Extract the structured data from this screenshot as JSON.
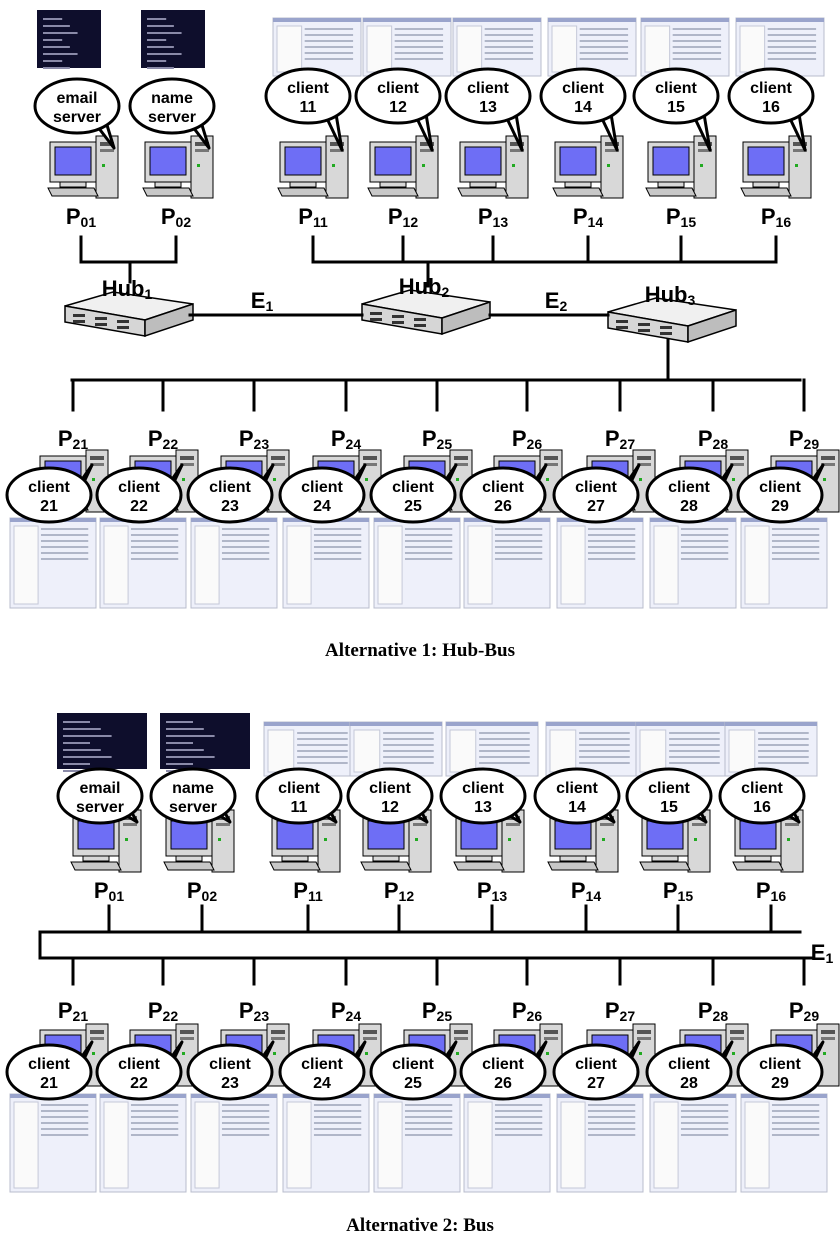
{
  "colors": {
    "monitor_screen": "#6e6ef5",
    "case": "#d8d8d8",
    "dark_screen": "#0e0e2c",
    "window_screen": "#eef0fa",
    "hub_top": "#f0f0f0",
    "line": "#000000"
  },
  "alt1": {
    "caption": "Alternative 1: Hub-Bus",
    "servers": [
      {
        "pid": "P",
        "sub": "01",
        "bubble": [
          "email",
          "server"
        ]
      },
      {
        "pid": "P",
        "sub": "02",
        "bubble": [
          "name",
          "server"
        ]
      }
    ],
    "top_clients": [
      {
        "pid": "P",
        "sub": "11",
        "bubble": [
          "client",
          "11"
        ]
      },
      {
        "pid": "P",
        "sub": "12",
        "bubble": [
          "client",
          "12"
        ]
      },
      {
        "pid": "P",
        "sub": "13",
        "bubble": [
          "client",
          "13"
        ]
      },
      {
        "pid": "P",
        "sub": "14",
        "bubble": [
          "client",
          "14"
        ]
      },
      {
        "pid": "P",
        "sub": "15",
        "bubble": [
          "client",
          "15"
        ]
      },
      {
        "pid": "P",
        "sub": "16",
        "bubble": [
          "client",
          "16"
        ]
      }
    ],
    "bottom_clients": [
      {
        "pid": "P",
        "sub": "21",
        "bubble": [
          "client",
          "21"
        ]
      },
      {
        "pid": "P",
        "sub": "22",
        "bubble": [
          "client",
          "22"
        ]
      },
      {
        "pid": "P",
        "sub": "23",
        "bubble": [
          "client",
          "23"
        ]
      },
      {
        "pid": "P",
        "sub": "24",
        "bubble": [
          "client",
          "24"
        ]
      },
      {
        "pid": "P",
        "sub": "25",
        "bubble": [
          "client",
          "25"
        ]
      },
      {
        "pid": "P",
        "sub": "26",
        "bubble": [
          "client",
          "26"
        ]
      },
      {
        "pid": "P",
        "sub": "27",
        "bubble": [
          "client",
          "27"
        ]
      },
      {
        "pid": "P",
        "sub": "28",
        "bubble": [
          "client",
          "28"
        ]
      },
      {
        "pid": "P",
        "sub": "29",
        "bubble": [
          "client",
          "29"
        ]
      }
    ],
    "hubs": [
      {
        "name": "Hub",
        "sub": "1"
      },
      {
        "name": "Hub",
        "sub": "2"
      },
      {
        "name": "Hub",
        "sub": "3"
      }
    ],
    "links": [
      {
        "name": "E",
        "sub": "1"
      },
      {
        "name": "E",
        "sub": "2"
      }
    ]
  },
  "alt2": {
    "caption": "Alternative 2: Bus",
    "top_nodes": [
      {
        "pid": "P",
        "sub": "01",
        "bubble": [
          "email",
          "server"
        ],
        "server": true
      },
      {
        "pid": "P",
        "sub": "02",
        "bubble": [
          "name",
          "server"
        ],
        "server": true
      },
      {
        "pid": "P",
        "sub": "11",
        "bubble": [
          "client",
          "11"
        ]
      },
      {
        "pid": "P",
        "sub": "12",
        "bubble": [
          "client",
          "12"
        ]
      },
      {
        "pid": "P",
        "sub": "13",
        "bubble": [
          "client",
          "13"
        ]
      },
      {
        "pid": "P",
        "sub": "14",
        "bubble": [
          "client",
          "14"
        ]
      },
      {
        "pid": "P",
        "sub": "15",
        "bubble": [
          "client",
          "15"
        ]
      },
      {
        "pid": "P",
        "sub": "16",
        "bubble": [
          "client",
          "16"
        ]
      }
    ],
    "bottom_clients": [
      {
        "pid": "P",
        "sub": "21",
        "bubble": [
          "client",
          "21"
        ]
      },
      {
        "pid": "P",
        "sub": "22",
        "bubble": [
          "client",
          "22"
        ]
      },
      {
        "pid": "P",
        "sub": "23",
        "bubble": [
          "client",
          "23"
        ]
      },
      {
        "pid": "P",
        "sub": "24",
        "bubble": [
          "client",
          "24"
        ]
      },
      {
        "pid": "P",
        "sub": "25",
        "bubble": [
          "client",
          "25"
        ]
      },
      {
        "pid": "P",
        "sub": "26",
        "bubble": [
          "client",
          "26"
        ]
      },
      {
        "pid": "P",
        "sub": "27",
        "bubble": [
          "client",
          "27"
        ]
      },
      {
        "pid": "P",
        "sub": "28",
        "bubble": [
          "client",
          "28"
        ]
      },
      {
        "pid": "P",
        "sub": "29",
        "bubble": [
          "client",
          "29"
        ]
      }
    ],
    "bus_link": {
      "name": "E",
      "sub": "1"
    }
  }
}
